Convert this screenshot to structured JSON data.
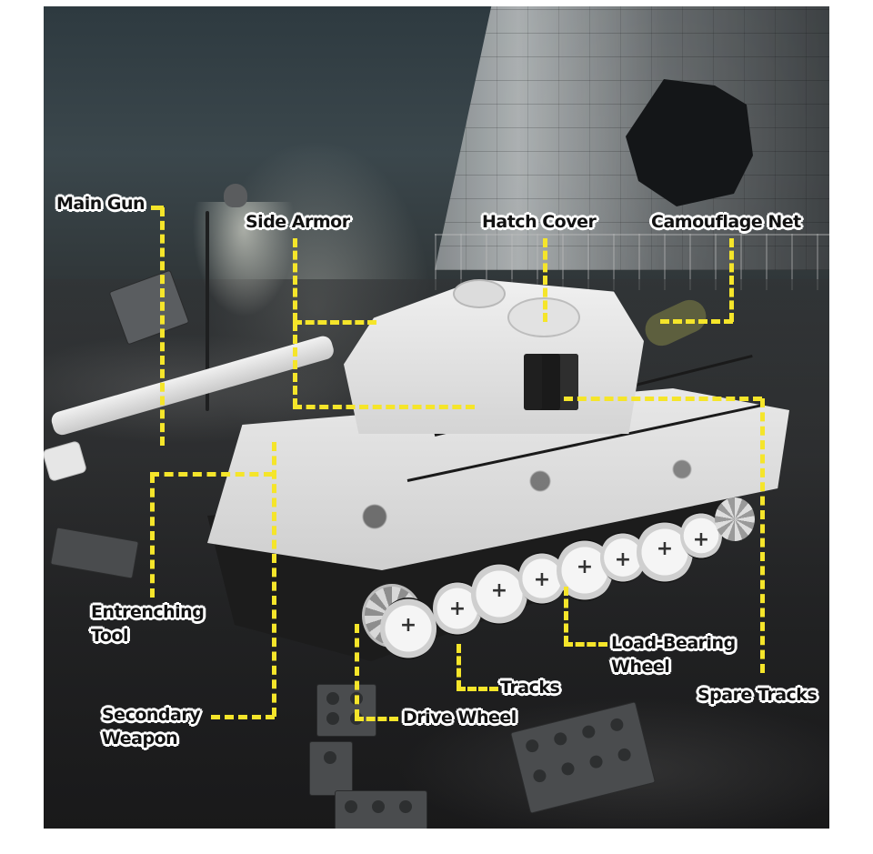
{
  "image": {
    "subject": "Brick-built Tiger tank model in a ruined cooling-tower scene",
    "accent_line_color": "#f5e52a",
    "label_text_color": "#111111",
    "label_outline_color": "#ffffff"
  },
  "callouts": [
    {
      "id": "main-gun",
      "label": "Main Gun"
    },
    {
      "id": "side-armor",
      "label": "Side Armor"
    },
    {
      "id": "hatch-cover",
      "label": "Hatch Cover"
    },
    {
      "id": "camouflage-net",
      "label": "Camouflage Net"
    },
    {
      "id": "entrenching-tool",
      "label_line1": "Entrenching",
      "label_line2": "Tool"
    },
    {
      "id": "secondary-weapon",
      "label_line1": "Secondary",
      "label_line2": "Weapon"
    },
    {
      "id": "drive-wheel",
      "label": "Drive Wheel"
    },
    {
      "id": "tracks",
      "label": "Tracks"
    },
    {
      "id": "load-bearing-wheel",
      "label_line1": "Load-Bearing",
      "label_line2": "Wheel"
    },
    {
      "id": "spare-tracks",
      "label": "Spare Tracks"
    }
  ]
}
